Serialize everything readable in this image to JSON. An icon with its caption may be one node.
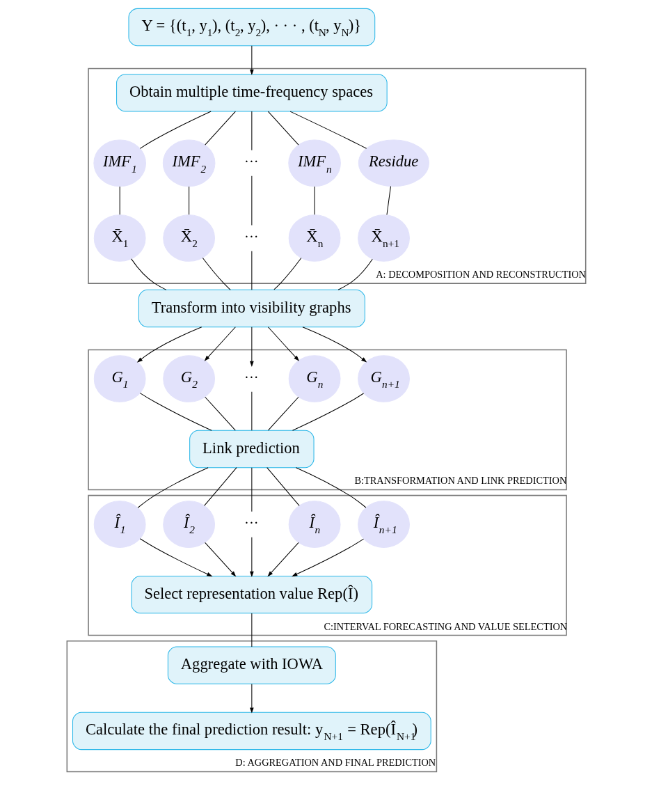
{
  "diagram": {
    "nodes": [
      {
        "text": [
          "Y = {(t$_{1}$, y$_{1}$), (t$_{2}$, y$_{2}$), · · · , (t$_{N}$, y$_{N}$)}"
        ]
      },
      {
        "text": [
          "A: DECOMPOSITION AND RECONSTRUCTION"
        ]
      },
      {
        "text": [
          "Obtain multiple time-frequency spaces"
        ],
        "in": 1
      },
      {
        "text": [
          "IMF$_{1}$"
        ],
        "in": 1
      },
      {
        "text": [
          "IMF$_{2}$"
        ],
        "in": 1
      },
      {
        "text": [
          "···"
        ],
        "in": 1
      },
      {
        "text": [
          "IMF$_{n}$"
        ],
        "in": 1
      },
      {
        "text": [
          "Residue"
        ],
        "in": 1
      },
      {
        "text": [
          "X̄$_{1}$"
        ],
        "in": 1
      },
      {
        "text": [
          "X̄$_{2}$"
        ],
        "in": 1
      },
      {
        "text": [
          "···"
        ],
        "in": 1
      },
      {
        "text": [
          "X̄$_{n}$"
        ],
        "in": 1
      },
      {
        "text": [
          "X̄$_{n+1}$"
        ],
        "in": 1
      },
      {
        "text": [
          "Transform into visibility graphs"
        ]
      },
      {
        "text": [
          "B:TRANSFORMATION AND LINK PREDICTION"
        ]
      },
      {
        "text": [
          "G$_{1}$"
        ],
        "in": 14
      },
      {
        "text": [
          "G$_{2}$"
        ],
        "in": 14
      },
      {
        "text": [
          "···"
        ],
        "in": 14
      },
      {
        "text": [
          "G$_{n}$"
        ],
        "in": 14
      },
      {
        "text": [
          "G$_{n+1}$"
        ],
        "in": 14
      },
      {
        "text": [
          "Link prediction"
        ],
        "in": 14
      },
      {
        "text": [
          "C:INTERVAL FORECASTING AND VALUE SELECTION"
        ]
      },
      {
        "text": [
          "Î$_{1}$"
        ],
        "in": 21
      },
      {
        "text": [
          "Î$_{2}$"
        ],
        "in": 21
      },
      {
        "text": [
          "···"
        ],
        "in": 21
      },
      {
        "text": [
          "Î$_{n}$"
        ],
        "in": 21
      },
      {
        "text": [
          "Î$_{n+1}$"
        ],
        "in": 21
      },
      {
        "text": [
          "Select representation value Rep(Î)"
        ],
        "in": 21
      },
      {
        "text": [
          "D: AGGREGATION AND FINAL PREDICTION"
        ]
      },
      {
        "text": [
          "Aggregate with IOWA"
        ],
        "in": 28
      },
      {
        "text": [
          "Calculate the final prediction result: y$_{N+1}$ = Rep(Î$_{N+1}$)"
        ],
        "in": 28
      }
    ],
    "edges": [
      {
        "from": 0,
        "to": 2,
        "arrow": "to"
      },
      {
        "from": 2,
        "to": 3,
        "arrow": "none"
      },
      {
        "from": 2,
        "to": 4,
        "arrow": "none"
      },
      {
        "from": 2,
        "to": 5,
        "arrow": "none"
      },
      {
        "from": 2,
        "to": 6,
        "arrow": "none"
      },
      {
        "from": 2,
        "to": 7,
        "arrow": "none"
      },
      {
        "from": 3,
        "to": 8,
        "arrow": "none"
      },
      {
        "from": 4,
        "to": 9,
        "arrow": "none"
      },
      {
        "from": 5,
        "to": 10,
        "arrow": "none"
      },
      {
        "from": 6,
        "to": 11,
        "arrow": "none"
      },
      {
        "from": 7,
        "to": 12,
        "arrow": "none"
      },
      {
        "from": 8,
        "to": 13,
        "arrow": "none"
      },
      {
        "from": 9,
        "to": 13,
        "arrow": "none"
      },
      {
        "from": 10,
        "to": 13,
        "arrow": "none"
      },
      {
        "from": 11,
        "to": 13,
        "arrow": "none"
      },
      {
        "from": 12,
        "to": 13,
        "arrow": "none"
      },
      {
        "from": 13,
        "to": 15,
        "arrow": "to"
      },
      {
        "from": 13,
        "to": 16,
        "arrow": "to"
      },
      {
        "from": 13,
        "to": 17,
        "arrow": "to"
      },
      {
        "from": 13,
        "to": 18,
        "arrow": "to"
      },
      {
        "from": 13,
        "to": 19,
        "arrow": "to"
      },
      {
        "from": 15,
        "to": 20,
        "arrow": "none"
      },
      {
        "from": 16,
        "to": 20,
        "arrow": "none"
      },
      {
        "from": 17,
        "to": 20,
        "arrow": "none"
      },
      {
        "from": 18,
        "to": 20,
        "arrow": "none"
      },
      {
        "from": 19,
        "to": 20,
        "arrow": "none"
      },
      {
        "from": 20,
        "to": 22,
        "arrow": "none"
      },
      {
        "from": 20,
        "to": 23,
        "arrow": "none"
      },
      {
        "from": 20,
        "to": 24,
        "arrow": "none"
      },
      {
        "from": 20,
        "to": 25,
        "arrow": "none"
      },
      {
        "from": 20,
        "to": 26,
        "arrow": "none"
      },
      {
        "from": 22,
        "to": 27,
        "arrow": "to"
      },
      {
        "from": 23,
        "to": 27,
        "arrow": "to"
      },
      {
        "from": 24,
        "to": 27,
        "arrow": "to"
      },
      {
        "from": 25,
        "to": 27,
        "arrow": "to"
      },
      {
        "from": 26,
        "to": 27,
        "arrow": "to"
      },
      {
        "from": 27,
        "to": 29,
        "arrow": "none"
      },
      {
        "from": 29,
        "to": 30,
        "arrow": "to"
      }
    ]
  }
}
